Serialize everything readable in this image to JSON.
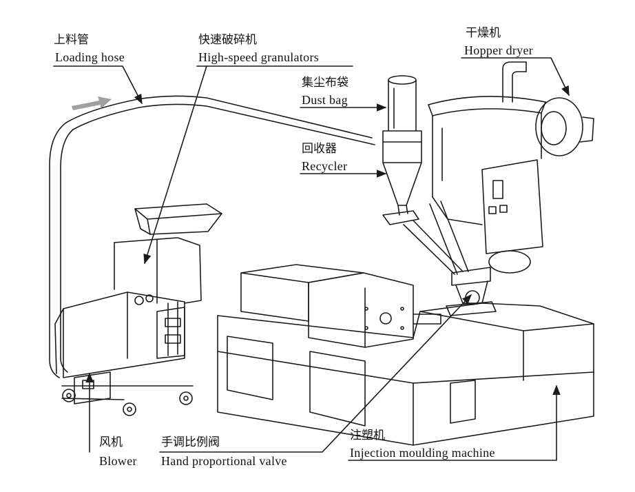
{
  "labels": {
    "loading_hose": {
      "zh": "上料管",
      "en": "Loading hose"
    },
    "granulator": {
      "zh": "快速破碎机",
      "en": "High-speed granulators"
    },
    "hopper_dryer": {
      "zh": "干燥机",
      "en": "Hopper dryer"
    },
    "dust_bag": {
      "zh": "集尘布袋",
      "en": "Dust bag"
    },
    "recycler": {
      "zh": "回收器",
      "en": "Recycler"
    },
    "blower": {
      "zh": "风机",
      "en": "Blower"
    },
    "valve": {
      "zh": "手调比例阀",
      "en": "Hand proportional valve"
    },
    "injection": {
      "zh": "注塑机",
      "en": "Injection moulding machine"
    }
  },
  "colors": {
    "line": "#1a1a1a",
    "arrow_gray": "#a0a0a0",
    "background": "#ffffff"
  }
}
